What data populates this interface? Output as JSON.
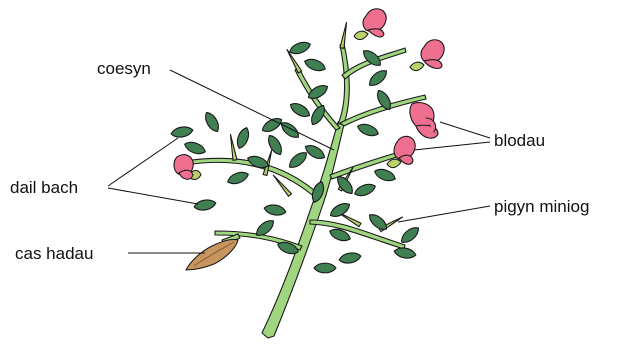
{
  "labels": {
    "stem": "coesyn",
    "flowers": "blodau",
    "small_leaves": "dail bach",
    "sharp_spine": "pigyn miniog",
    "seed_pod": "cas hadau"
  },
  "colors": {
    "stem": "#9fd67f",
    "leaf": "#3f7f52",
    "petal": "#ee6f8f",
    "calyx": "#b8d36a",
    "pod": "#c9955e",
    "outline": "#1a1a1a",
    "text": "#111111"
  }
}
